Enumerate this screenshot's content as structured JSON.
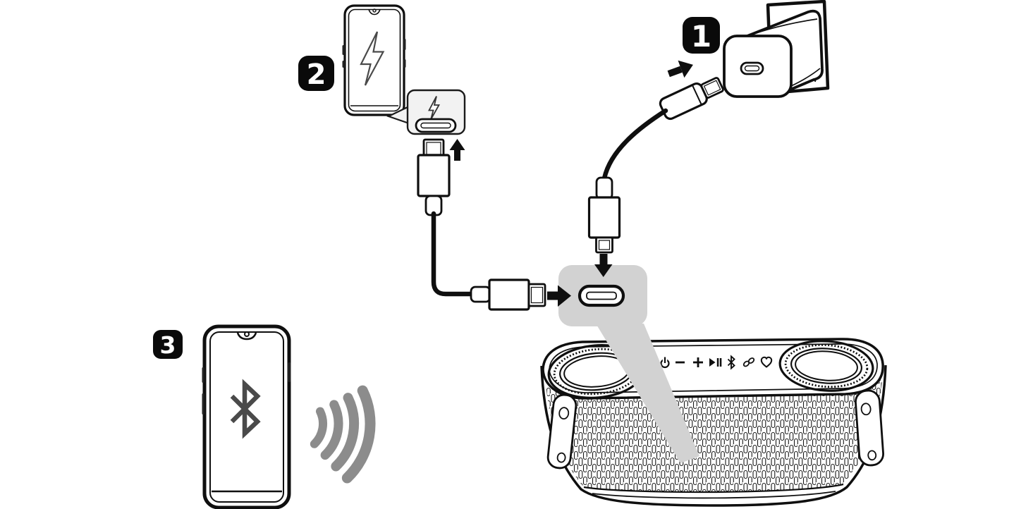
{
  "diagram": {
    "background_color": "#ffffff",
    "line_color": "#0f0f0f",
    "badge": {
      "bg": "#0a0a0a",
      "text_color": "#ffffff"
    },
    "steps": [
      {
        "number": "1",
        "name": "plug-power-adapter-into-wall-outlet",
        "elements": [
          "wall-outlet",
          "power-adapter",
          "usb-c-port",
          "usb-c-plug",
          "charging-cable",
          "usb-c-connector",
          "down-arrow"
        ]
      },
      {
        "number": "2",
        "name": "connect-usb-c-cable-between-phone-and-speaker",
        "elements": [
          "smartphone",
          "charging-flash",
          "phone-port-callout",
          "usb-c-connector",
          "up-arrow",
          "charging-cable",
          "right-arrow"
        ]
      },
      {
        "number": "3",
        "name": "pair-smartphone-via-bluetooth",
        "elements": [
          "smartphone",
          "bluetooth-symbol",
          "wireless-waves"
        ]
      }
    ],
    "callouts": {
      "speaker_port": {
        "fill": "#d2d2d2",
        "icon": "usb-c-port"
      },
      "phone_port": {
        "fill": "#f2f2f2",
        "icons": [
          "charging-flash",
          "usb-c-port"
        ]
      }
    },
    "phone_screen_icons": {
      "charging_flash_color": "#4a4a4a",
      "bluetooth_color": "#4a4a4a"
    },
    "wireless_waves": {
      "color": "#8c8c8c",
      "count": 4
    },
    "speaker": {
      "type": "portable-bluetooth-speaker",
      "controls": [
        "power",
        "volume-down",
        "volume-up",
        "play-pause",
        "bluetooth",
        "party-link",
        "favorite-heart"
      ]
    }
  }
}
